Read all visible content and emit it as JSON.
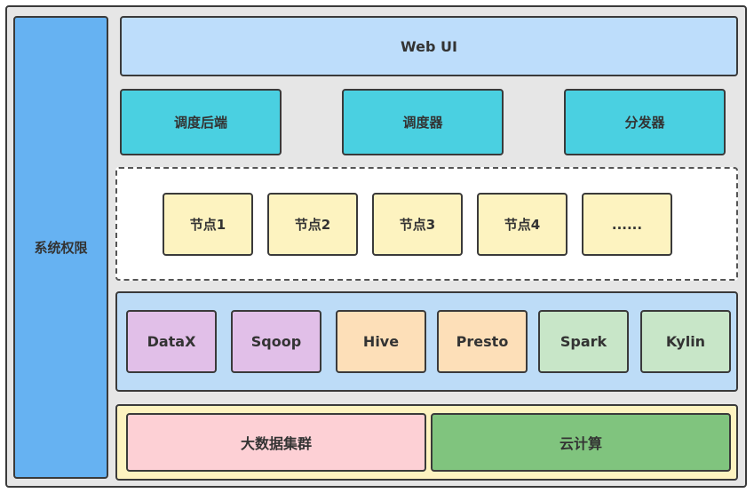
{
  "side_label": "系统权限",
  "top_label": "Web  UI",
  "services": [
    "调度后端",
    "调度器",
    "分发器"
  ],
  "nodes": [
    "节点1",
    "节点2",
    "节点3",
    "节点4",
    "......"
  ],
  "tools": [
    {
      "label": "DataX",
      "color": "#e1bfe8"
    },
    {
      "label": "Sqoop",
      "color": "#e1bfe8"
    },
    {
      "label": "Hive",
      "color": "#fddfb8"
    },
    {
      "label": "Presto",
      "color": "#fddfb8"
    },
    {
      "label": "Spark",
      "color": "#c8e6c8"
    },
    {
      "label": "Kylin",
      "color": "#c8e6c8"
    }
  ],
  "infra": [
    {
      "label": "大数据集群",
      "color": "#fdd0d5"
    },
    {
      "label": "云计算",
      "color": "#80c47e"
    }
  ]
}
